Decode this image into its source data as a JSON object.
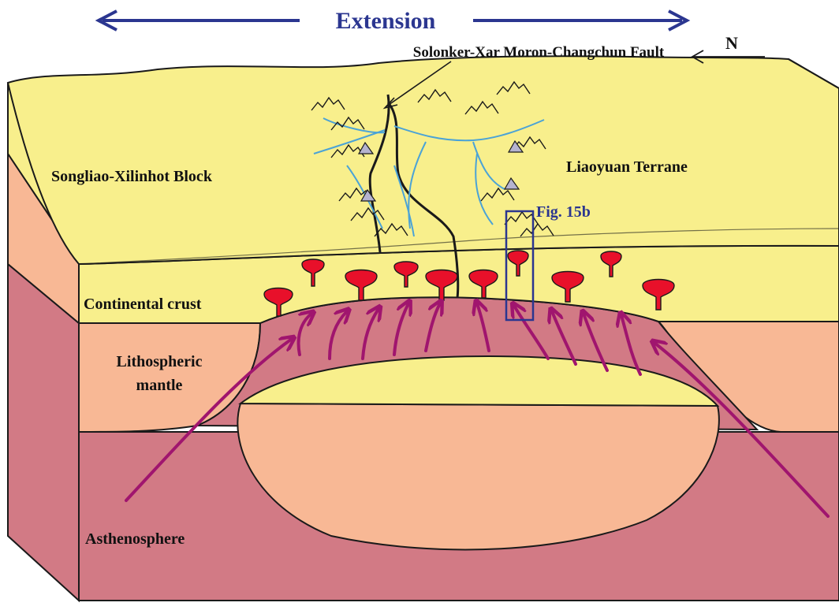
{
  "extension_label": "Extension",
  "fault_label": "Solonker-Xar Moron-Changchun Fault",
  "north_label": "N",
  "block_left_label": "Songliao-Xilinhot Block",
  "block_right_label": "Liaoyuan Terrane",
  "figure_ref_label": "Fig. 15b",
  "layers": {
    "crust": "Continental crust",
    "mantle_line1": "Lithospheric",
    "mantle_line2": "mantle",
    "asthenosphere": "Asthenosphere"
  },
  "colors": {
    "crust": "#f8ef8c",
    "lithospheric_mantle": "#f8b895",
    "asthenosphere": "#d27a85",
    "upwelling": "#a0156e",
    "pluton": "#e8102a",
    "rivers": "#4ba3d6",
    "accent_blue": "#2b3690",
    "outline": "#1a1a1a"
  },
  "icons": [
    "extension-arrow-icon",
    "north-arrow-icon",
    "upwelling-arrow-icon",
    "pluton-icon",
    "mountain-icon",
    "river-icon"
  ]
}
